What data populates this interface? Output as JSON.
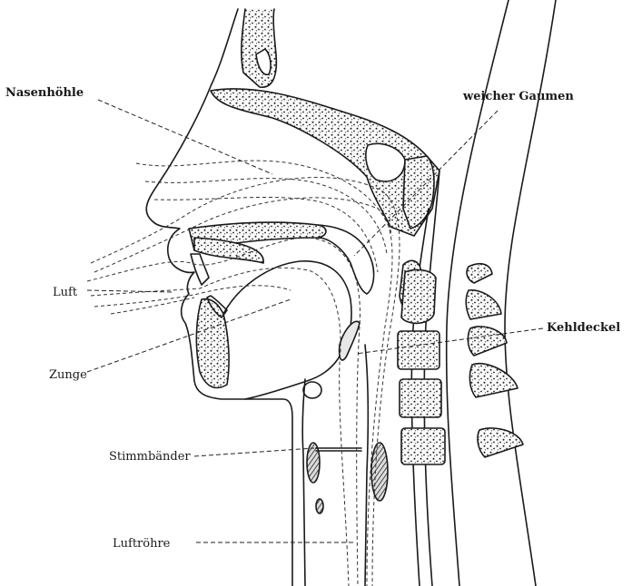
{
  "labels": {
    "nasenhoehle": "Nasenhöhle",
    "weicher_gaumen": "weicher Gaumen",
    "luft": "Luft",
    "kehldeckel": "Kehldeckel",
    "zunge": "Zunge",
    "stimmbaender": "Stimmbänder",
    "luftroehre": "Luftröhre"
  }
}
